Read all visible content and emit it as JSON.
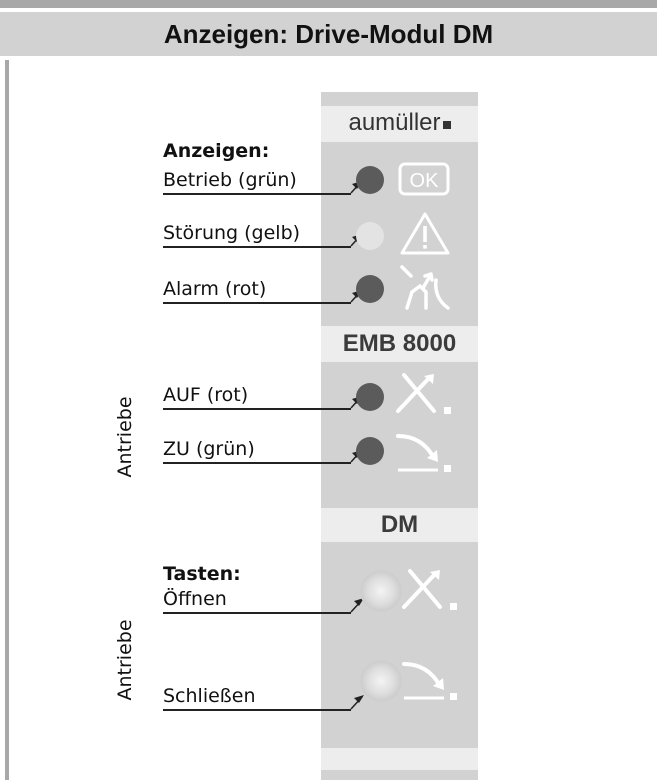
{
  "header": {
    "title": "Anzeigen: Drive-Modul DM"
  },
  "panel": {
    "brand": "aumüller",
    "model_band": "EMB 8000",
    "module_band": "DM",
    "ok_icon_text": "OK"
  },
  "indicators": {
    "heading": "Anzeigen:",
    "items": [
      {
        "label": "Betrieb (grün)",
        "led_color": "#5b5b5b",
        "icon": "ok-icon"
      },
      {
        "label": "Störung (gelb)",
        "led_color": "#e3e3e3",
        "icon": "warning-icon"
      },
      {
        "label": "Alarm (rot)",
        "led_color": "#5b5b5b",
        "icon": "smoke-alarm-icon"
      }
    ]
  },
  "drives": {
    "side_label": "Antriebe",
    "items": [
      {
        "label": "AUF (rot)",
        "icon": "window-open-icon"
      },
      {
        "label": "ZU (grün)",
        "icon": "window-close-icon"
      }
    ]
  },
  "buttons": {
    "side_label": "Antriebe",
    "heading": "Tasten:",
    "items": [
      {
        "label": "Öffnen",
        "icon": "window-open-icon"
      },
      {
        "label": "Schließen",
        "icon": "window-close-icon"
      }
    ]
  },
  "colors": {
    "panel_gray": "#d2d2d2",
    "band_light": "#ededed",
    "led_dark": "#5b5b5b",
    "led_pale": "#e3e3e3",
    "icon_white": "#ffffff"
  }
}
